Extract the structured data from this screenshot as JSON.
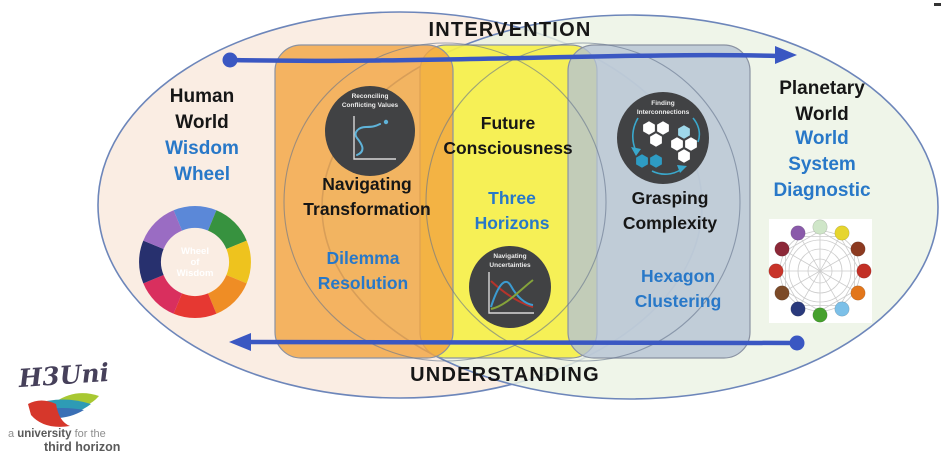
{
  "title_top": "INTERVENTION",
  "title_bottom": "UNDERSTANDING",
  "colors": {
    "arrow_blue": "#3a57c2",
    "text_black": "#161616",
    "text_blue": "#2878c8",
    "left_ellipse_fill": "#faece1",
    "right_ellipse_fill": "#ebf3e4",
    "ellipse_border": "#6d86ba",
    "orange_fill": "#f2a440",
    "yellow_fill": "#f6f04a",
    "gray_fill": "#b4c1d3",
    "icon_circle": "#414244"
  },
  "left_region": {
    "world": [
      "Human",
      "World"
    ],
    "tool": [
      "Wisdom",
      "Wheel"
    ]
  },
  "right_region": {
    "world": [
      "Planetary",
      "World"
    ],
    "tool": [
      "World",
      "System",
      "Diagnostic"
    ]
  },
  "columns": [
    {
      "practice": [
        "Navigating",
        "Transformation"
      ],
      "tool": [
        "Dilemma",
        "Resolution"
      ],
      "icon_label": [
        "Reconciling",
        "Conflicting Values"
      ]
    },
    {
      "practice": [
        "Future",
        "Consciousness"
      ],
      "tool": [
        "Three",
        "Horizons"
      ],
      "icon_label": [
        "Navigating",
        "Uncertainties"
      ]
    },
    {
      "practice": [
        "Grasping",
        "Complexity"
      ],
      "tool": [
        "Hexagon",
        "Clustering"
      ],
      "icon_label": [
        "Finding",
        "Interconnections"
      ]
    }
  ],
  "wisdom_wheel": {
    "center_lines": [
      "Wheel",
      "of",
      "Wisdom"
    ],
    "segment_colors": [
      "#5b88d8",
      "#37923f",
      "#eec31e",
      "#ef8d25",
      "#e63832",
      "#d92f5e",
      "#27306e",
      "#9a6cc3"
    ]
  },
  "world_system_diagnostic": {
    "ball_colors": [
      "#cfe6c8",
      "#e6d52e",
      "#8c3a20",
      "#c23026",
      "#e2761b",
      "#7cc0e8",
      "#46a12e",
      "#2a3a7c",
      "#7c4a28",
      "#c8342a",
      "#8c2838",
      "#8a5aaa"
    ]
  },
  "icons": {
    "reconciling_curve": "#5fb3d9",
    "uncertainty_red": "#b5342c",
    "uncertainty_blue": "#3b9bd1",
    "uncertainty_green": "#85a33a",
    "finding_hexes": [
      "#ffffff",
      "#ffffff",
      "#ffffff",
      "#9fd8ea",
      "#ffffff",
      "#ffffff",
      "#ffffff",
      "#2e9cc4",
      "#2e9cc4"
    ],
    "finding_arrow": "#3aa8cc"
  },
  "logo": {
    "name": "H3Uni",
    "tagline": {
      "a": "a",
      "university": "university",
      "for_the": "for the",
      "third_horizon": "third horizon"
    }
  }
}
